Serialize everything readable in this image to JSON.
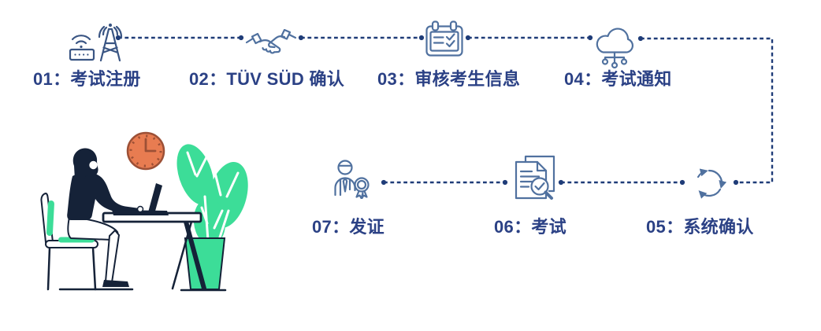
{
  "flow": {
    "top_row": [
      {
        "label": "01：考试注册",
        "icon": "antenna-signal-icon"
      },
      {
        "label": "02：TÜV SÜD 确认",
        "icon": "handshake-icon"
      },
      {
        "label": "03：审核考生信息",
        "icon": "calendar-check-icon"
      },
      {
        "label": "04：考试通知",
        "icon": "cloud-network-icon"
      }
    ],
    "bottom_row": [
      {
        "label": "07：发证",
        "icon": "certificate-person-icon"
      },
      {
        "label": "06：考试",
        "icon": "document-review-icon"
      },
      {
        "label": "05：系统确认",
        "icon": "recycle-icon"
      }
    ]
  },
  "illustration": {
    "description": "man working on laptop at desk, orange wall clock, green potted plant, green-cushioned chair"
  },
  "colors": {
    "label_text": "#2b4185",
    "icon_stroke": "#50719f",
    "icon_stroke_dark": "#3a5583",
    "connector": "#1f3c78",
    "illustration_dark": "#152238",
    "illustration_green": "#3cdd98",
    "clock_orange": "#e87c51",
    "clock_detail": "#9c5036"
  }
}
